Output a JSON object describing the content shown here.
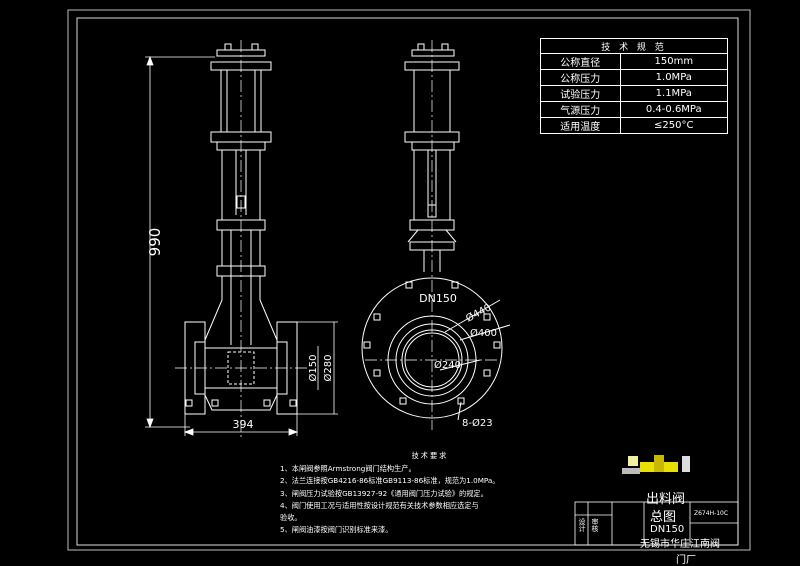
{
  "dimensions": {
    "height": "990",
    "width": "394",
    "d150": "Ø150",
    "d280": "Ø280",
    "dn": "DN150",
    "d440": "Ø440",
    "d400": "Ø400",
    "d240": "Ø240",
    "bolts": "8-Ø23"
  },
  "spec_table": {
    "title": "技 术 规 范",
    "rows": [
      {
        "label": "公称直径",
        "value": "150mm"
      },
      {
        "label": "公称压力",
        "value": "1.0MPa"
      },
      {
        "label": "试验压力",
        "value": "1.1MPa"
      },
      {
        "label": "气源压力",
        "value": "0.4-0.6MPa"
      },
      {
        "label": "适用温度",
        "value": "≤250°C"
      }
    ]
  },
  "notes": {
    "title": "技术要求",
    "items": [
      "1、本闸阀参照Armstrong阀门结构生产。",
      "2、法兰连接按GB4216-86标准GB9113-86标准，规范为1.0MPa。",
      "3、闸阀压力试验按GB13927-92《通用阀门压力试验》的规定。",
      "4、阀门使用工况与适用性按设计规范有关技术参数相应选定与",
      "   验收。",
      "5、闸阀油漆按阀门识别标准来漆。"
    ]
  },
  "title_block": {
    "code": "Z674H-10C",
    "name1": "出料阀",
    "name2": "总图",
    "dn": "DN150",
    "company": "无锡市华庄江南阀",
    "company2": "门厂",
    "left_col1": "设计",
    "left_col2": "审核"
  },
  "colors": {
    "background": "#000000",
    "line": "#ffffff",
    "frame": "#c8c8c8",
    "logo": "#e8e000"
  }
}
